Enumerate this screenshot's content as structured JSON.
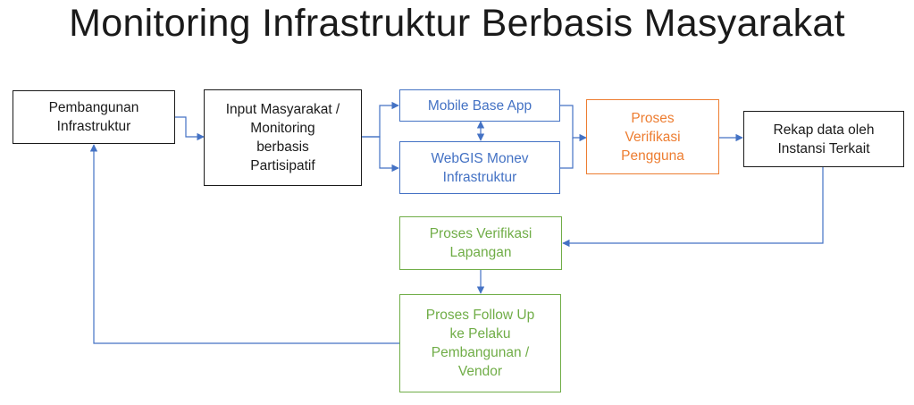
{
  "title": "Monitoring Infrastruktur Berbasis Masyarakat",
  "colors": {
    "black": "#1a1a1a",
    "blue": "#4472c4",
    "orange": "#ed7d31",
    "green": "#70ad47",
    "connector": "#4472c4"
  },
  "nodes": {
    "pembangunan": "Pembangunan\nInfrastruktur",
    "input": "Input Masyarakat /\nMonitoring\nberbasis\nPartisipatif",
    "mobile": "Mobile Base App",
    "webgis": "WebGIS Monev\nInfrastruktur",
    "verifikasi_pengguna": "Proses\nVerifikasi\nPengguna",
    "rekap": "Rekap data oleh\nInstansi Terkait",
    "verifikasi_lapangan": "Proses Verifikasi\nLapangan",
    "follow_up": "Proses Follow Up\nke Pelaku\nPembangunan /\nVendor"
  }
}
